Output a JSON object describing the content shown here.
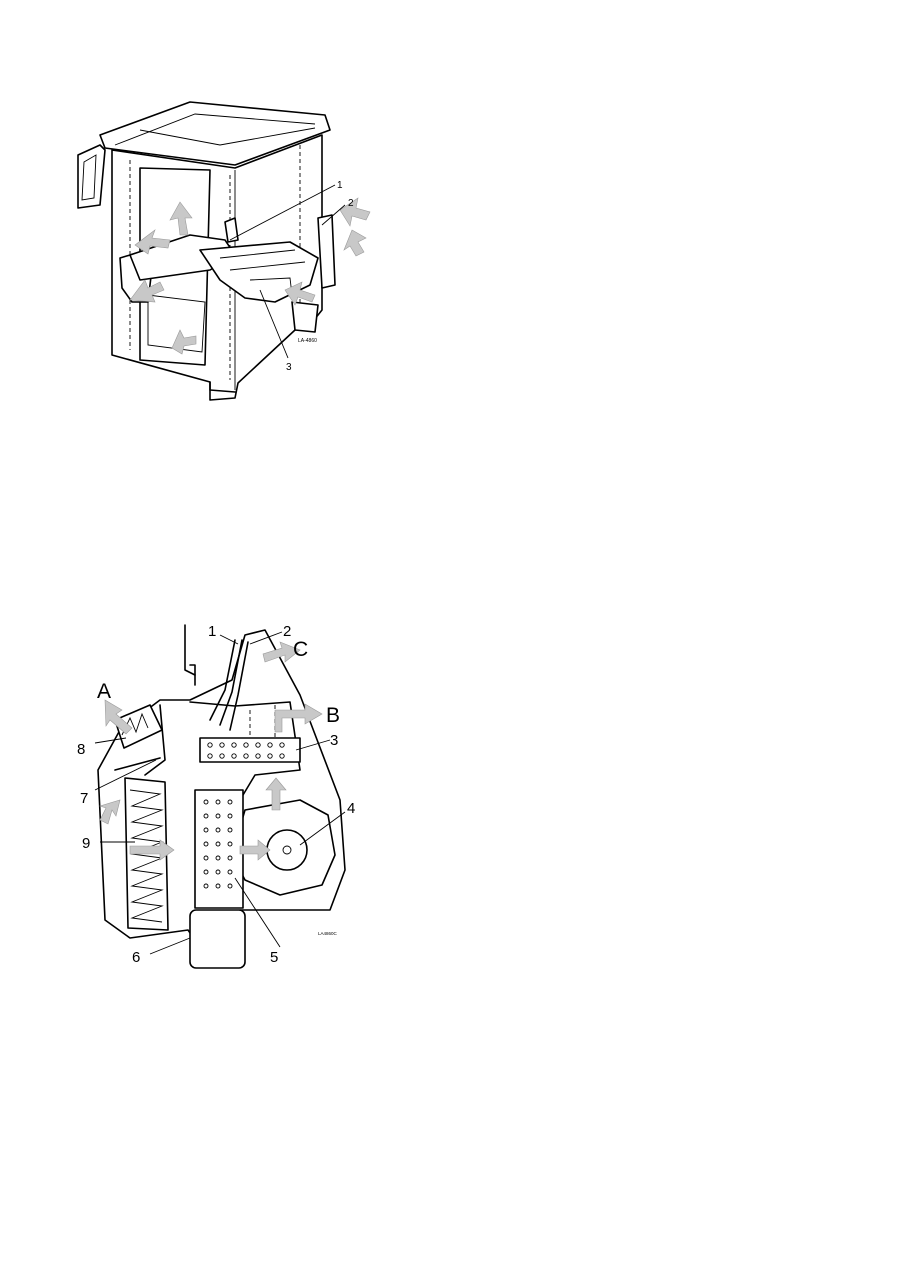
{
  "figure_cab": {
    "callouts": [
      "1",
      "2",
      "3"
    ],
    "code": "LA-4860"
  },
  "figure_unit": {
    "callouts": [
      "1",
      "2",
      "3",
      "4",
      "5",
      "6",
      "7",
      "8",
      "9"
    ],
    "flow_labels": [
      "A",
      "B",
      "C"
    ],
    "code": "LA4860C"
  },
  "colors": {
    "line": "#000000",
    "airflow_arrow": "#c8c8c8"
  }
}
